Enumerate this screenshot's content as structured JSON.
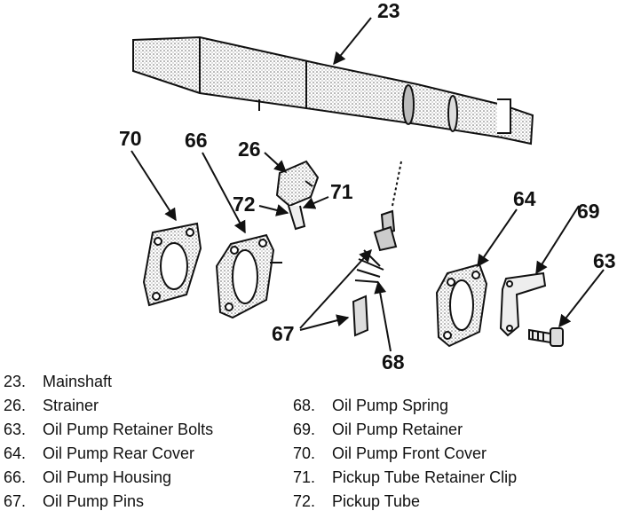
{
  "callouts": {
    "c23": "23",
    "c26": "26",
    "c63": "63",
    "c64": "64",
    "c66": "66",
    "c67": "67",
    "c68": "68",
    "c69": "69",
    "c70": "70",
    "c71": "71",
    "c72": "72"
  },
  "legend_left": [
    {
      "num": "23.",
      "name": "Mainshaft"
    },
    {
      "num": "26.",
      "name": "Strainer"
    },
    {
      "num": "63.",
      "name": "Oil Pump Retainer Bolts"
    },
    {
      "num": "64.",
      "name": "Oil Pump Rear Cover"
    },
    {
      "num": "66.",
      "name": "Oil Pump Housing"
    },
    {
      "num": "67.",
      "name": "Oil Pump Pins"
    }
  ],
  "legend_right": [
    {
      "num": "68.",
      "name": "Oil Pump Spring"
    },
    {
      "num": "69.",
      "name": "Oil Pump Retainer"
    },
    {
      "num": "70.",
      "name": "Oil Pump Front Cover"
    },
    {
      "num": "71.",
      "name": "Pickup Tube Retainer Clip"
    },
    {
      "num": "72.",
      "name": "Pickup Tube"
    }
  ],
  "colors": {
    "ink": "#111111",
    "paper": "#ffffff",
    "shade": "#9a9a9a"
  }
}
